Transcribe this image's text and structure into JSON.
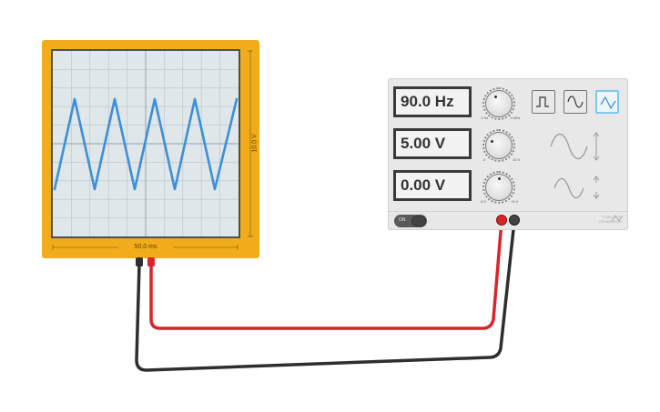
{
  "oscilloscope": {
    "time_label": "50.0 ms",
    "volt_label": "10.0 V",
    "frame_color": "#f0ac1a",
    "trace_color": "#3b8fd8"
  },
  "function_generator": {
    "frequency": {
      "value": "90.0 Hz",
      "min": "1 Hz",
      "max": "1 MHz"
    },
    "amplitude": {
      "value": "5.00 V",
      "min": "0",
      "max": "10 V"
    },
    "offset": {
      "value": "0.00 V",
      "min": "-5 V",
      "max": "+5 V"
    },
    "waveforms": [
      {
        "name": "square",
        "active": false
      },
      {
        "name": "sine",
        "active": false
      },
      {
        "name": "triangle",
        "active": true
      }
    ],
    "power_label": "ON",
    "brand_line1": "FUNCTION",
    "brand_line2": "GENERATOR"
  },
  "wires": {
    "positive_color": "#d9252a",
    "ground_color": "#2e2e2e"
  }
}
